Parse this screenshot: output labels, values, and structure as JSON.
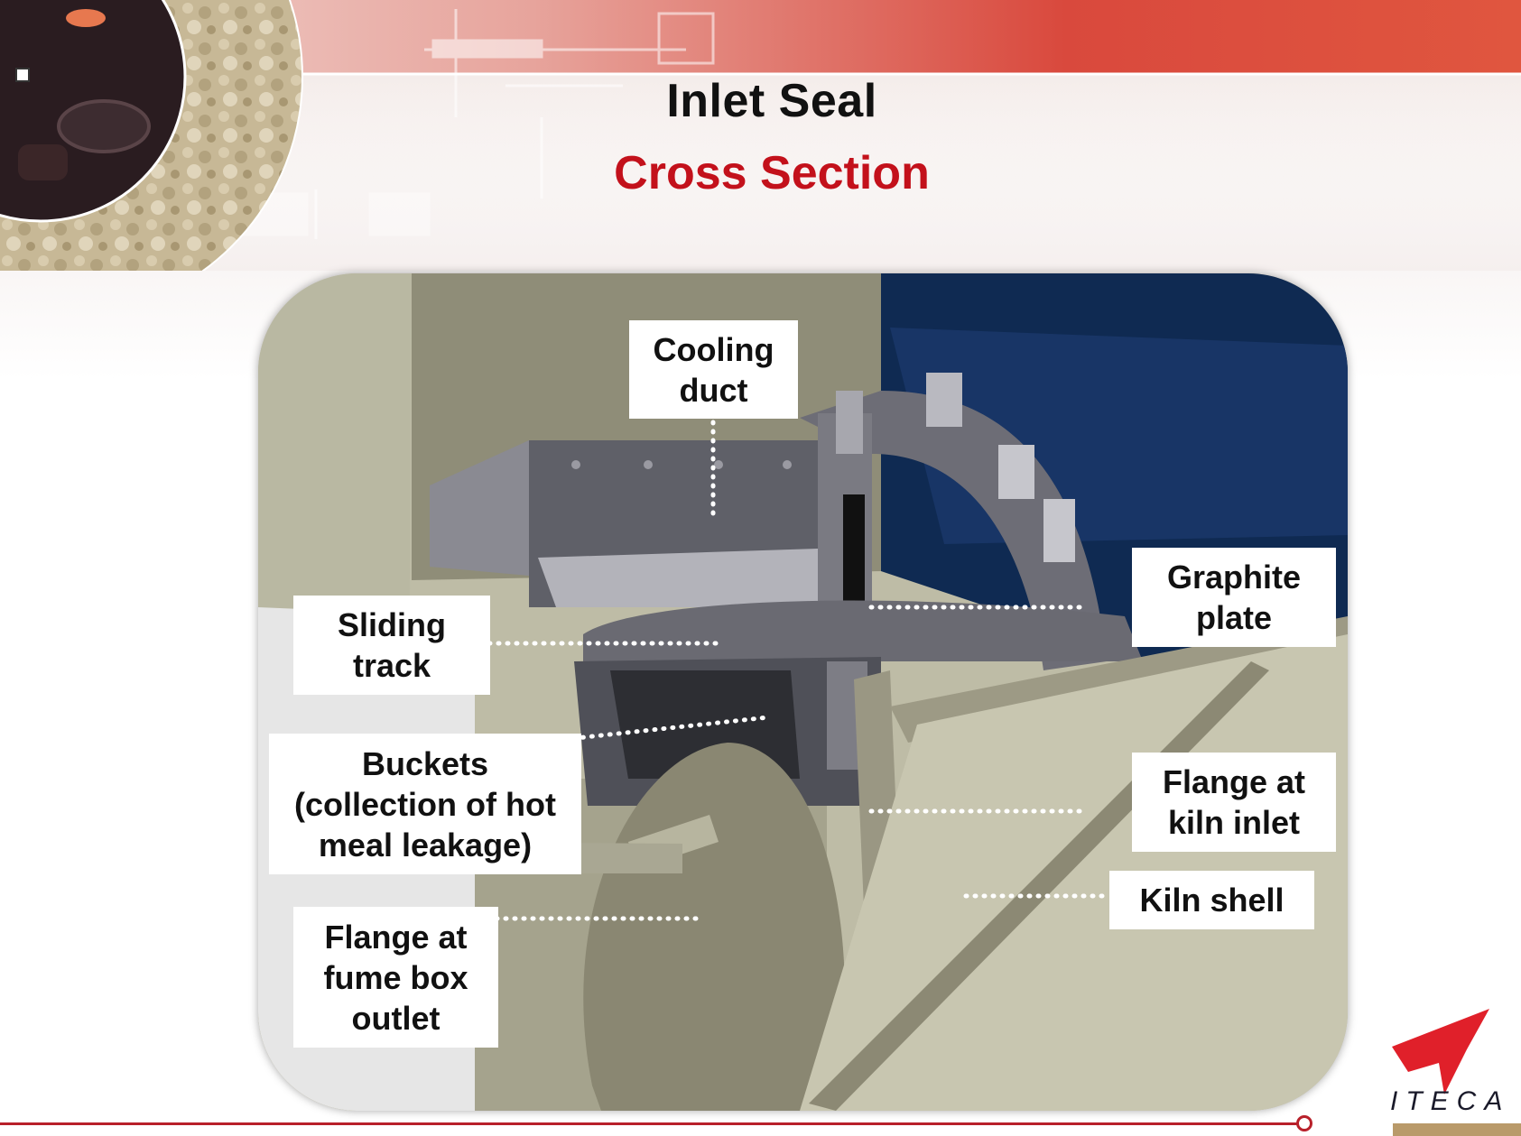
{
  "slide": {
    "title": "Inlet Seal",
    "subtitle": "Cross Section"
  },
  "callouts": {
    "cooling_duct": "Cooling\nduct",
    "graphite_plate": "Graphite\nplate",
    "sliding_track": "Sliding\ntrack",
    "buckets": "Buckets\n(collection of hot\nmeal leakage)",
    "flange_kiln_inlet": "Flange at\nkiln inlet",
    "kiln_shell": "Kiln shell",
    "flange_fume_box": "Flange at\nfume box\noutlet"
  },
  "logo": {
    "name": "ITECA"
  },
  "colors": {
    "accent_red": "#c3111b",
    "footer_red": "#b8202a",
    "navy": "#0f2a52"
  }
}
